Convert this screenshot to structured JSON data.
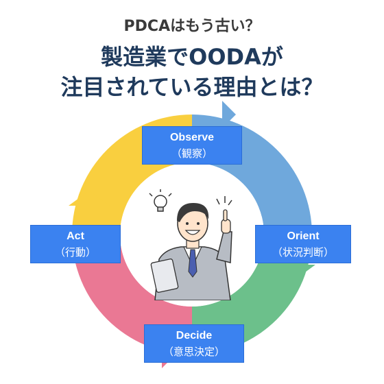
{
  "header": {
    "subtitle": "PDCAはもう古い？",
    "title_line1": "製造業でOODAが",
    "title_line2": "注目されている理由とは？"
  },
  "cycle": {
    "steps": [
      {
        "name": "Observe",
        "sub": "（観察）",
        "color": "#6fa8dc"
      },
      {
        "name": "Orient",
        "sub": "（状況判断）",
        "color": "#6cc08b"
      },
      {
        "name": "Decide",
        "sub": "（意思決定）",
        "color": "#ea7894"
      },
      {
        "name": "Act",
        "sub": "（行動）",
        "color": "#f9cf3f"
      }
    ],
    "label_color": "#3b82f0"
  },
  "illustration": {
    "icon": "businessman-idea-icon"
  }
}
